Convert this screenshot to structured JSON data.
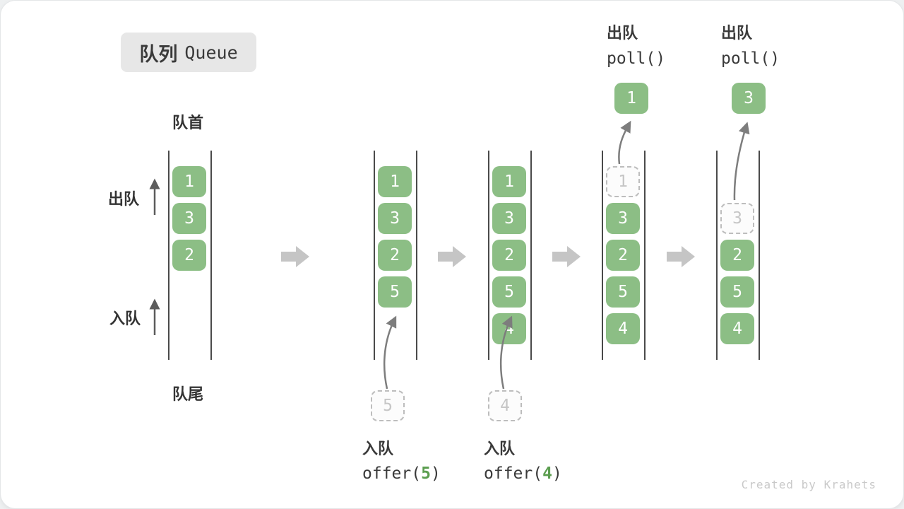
{
  "title": {
    "zh": "队列",
    "en": "Queue"
  },
  "labels": {
    "front": "队首",
    "rear": "队尾",
    "dequeue_side": "出队",
    "enqueue_side": "入队"
  },
  "colors": {
    "cell_green": "#8CBE85",
    "arg_green": "#5c9e50",
    "ghost_gray": "#c6c6c6",
    "block_arrow_gray": "#c5c5c5",
    "text_dark": "#3a3a3a"
  },
  "states": [
    {
      "cells": [
        "1",
        "3",
        "2"
      ]
    },
    {
      "cells": [
        "1",
        "3",
        "2",
        "5"
      ],
      "incoming_value": "5",
      "op_zh": "入队",
      "op_code_pre": "offer(",
      "op_arg": "5",
      "op_code_post": ")"
    },
    {
      "cells": [
        "1",
        "3",
        "2",
        "5",
        "4"
      ],
      "incoming_value": "4",
      "op_zh": "入队",
      "op_code_pre": "offer(",
      "op_arg": "4",
      "op_code_post": ")"
    },
    {
      "ghost_value": "1",
      "cells": [
        "3",
        "2",
        "5",
        "4"
      ],
      "out_value": "1",
      "op_zh": "出队",
      "op_code": "poll()"
    },
    {
      "ghost_value": "3",
      "cells": [
        "2",
        "5",
        "4"
      ],
      "out_value": "3",
      "op_zh": "出队",
      "op_code": "poll()"
    }
  ],
  "footer": {
    "credit": "Created by Krahets"
  }
}
